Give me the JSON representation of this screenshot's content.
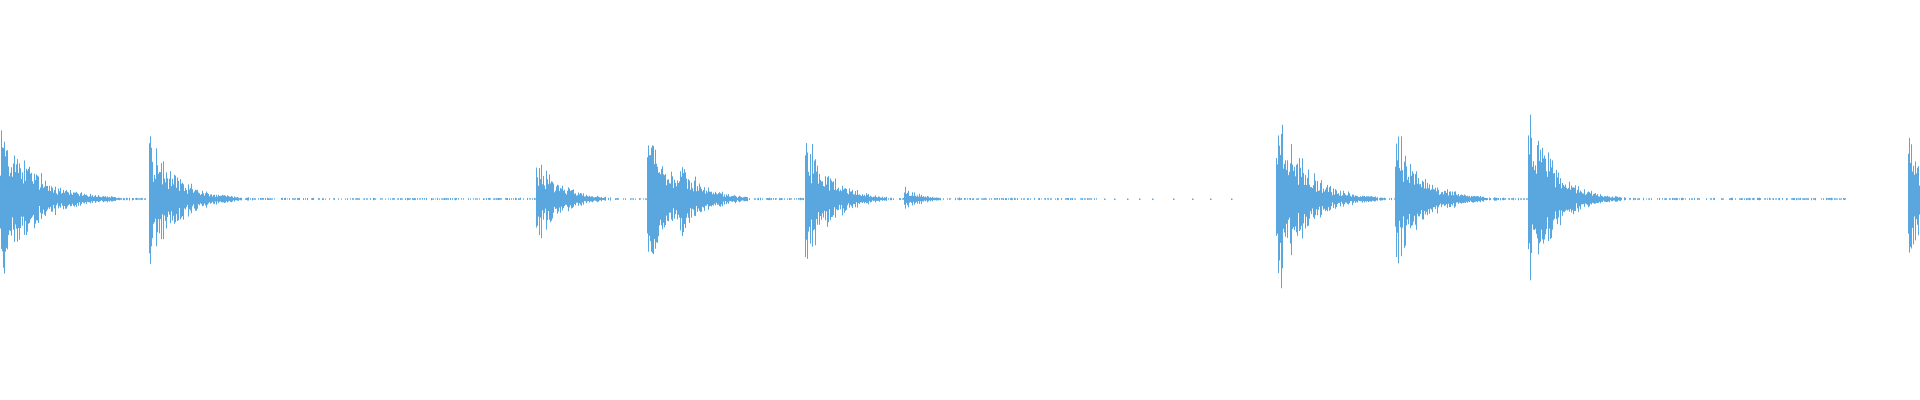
{
  "waveform": {
    "color": "#5aa7e0",
    "background": "#ffffff",
    "duration_fraction_onsets": [
      {
        "at": 0.0,
        "peak": 0.42,
        "decay": 0.055,
        "tail": 0.065
      },
      {
        "at": 0.0778,
        "peak": 0.34,
        "decay": 0.045,
        "tail": 0.18
      },
      {
        "at": 0.279,
        "peak": 0.22,
        "decay": 0.04,
        "tail": 0.05
      },
      {
        "at": 0.337,
        "peak": 0.52,
        "decay": 0.03,
        "tail": 0.015
      },
      {
        "at": 0.354,
        "peak": 0.2,
        "decay": 0.04,
        "tail": 0.055
      },
      {
        "at": 0.4195,
        "peak": 0.36,
        "decay": 0.04,
        "tail": 0.045
      },
      {
        "at": 0.471,
        "peak": 0.06,
        "decay": 0.03,
        "tail": 0.07
      },
      {
        "at": 0.6645,
        "peak": 0.5,
        "decay": 0.045,
        "tail": 0.055
      },
      {
        "at": 0.7265,
        "peak": 0.36,
        "decay": 0.045,
        "tail": 0.055
      },
      {
        "at": 0.796,
        "peak": 0.52,
        "decay": 0.04,
        "tail": 0.125
      },
      {
        "at": 0.994,
        "peak": 0.34,
        "decay": 0.03,
        "tail": 0.006
      }
    ],
    "sparse_dots": [
      0.575,
      0.58,
      0.587,
      0.593,
      0.6,
      0.611,
      0.621,
      0.63,
      0.641
    ]
  }
}
